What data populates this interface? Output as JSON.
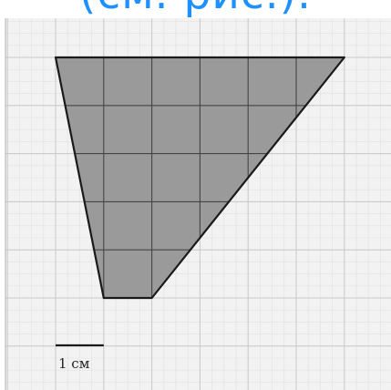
{
  "heading": "(см. рис.).",
  "scale_label": "1 см",
  "colors": {
    "grid_line": "#c8c8c8",
    "grid_background": "#f0f0f0",
    "shape_fill": "#9a9a9a",
    "shape_stroke": "#1a1a1a",
    "shape_grid": "#444444",
    "heading": "#1e90ff"
  },
  "figure": {
    "type": "trapezoid-on-grid",
    "grid_unit": "1 см",
    "vertices_in_cells": [
      [
        1,
        0
      ],
      [
        7,
        0
      ],
      [
        3,
        5
      ],
      [
        2,
        5
      ]
    ]
  }
}
